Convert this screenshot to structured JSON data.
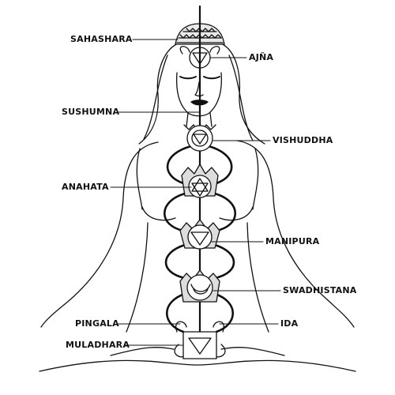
{
  "labels": {
    "sahashara": "SAHASHARA",
    "ajna": "AJÑA",
    "sushumna": "SUSHUMNA",
    "vishuddha": "VISHUDDHA",
    "anahata": "ANAHATA",
    "manipura": "MANIPURA",
    "swadhistana": "SWADHISTANA",
    "pingala": "PINGALA",
    "ida": "IDA",
    "muladhara": "MULADHARA"
  },
  "colors": {
    "ink": "#111111",
    "background": "#ffffff"
  }
}
